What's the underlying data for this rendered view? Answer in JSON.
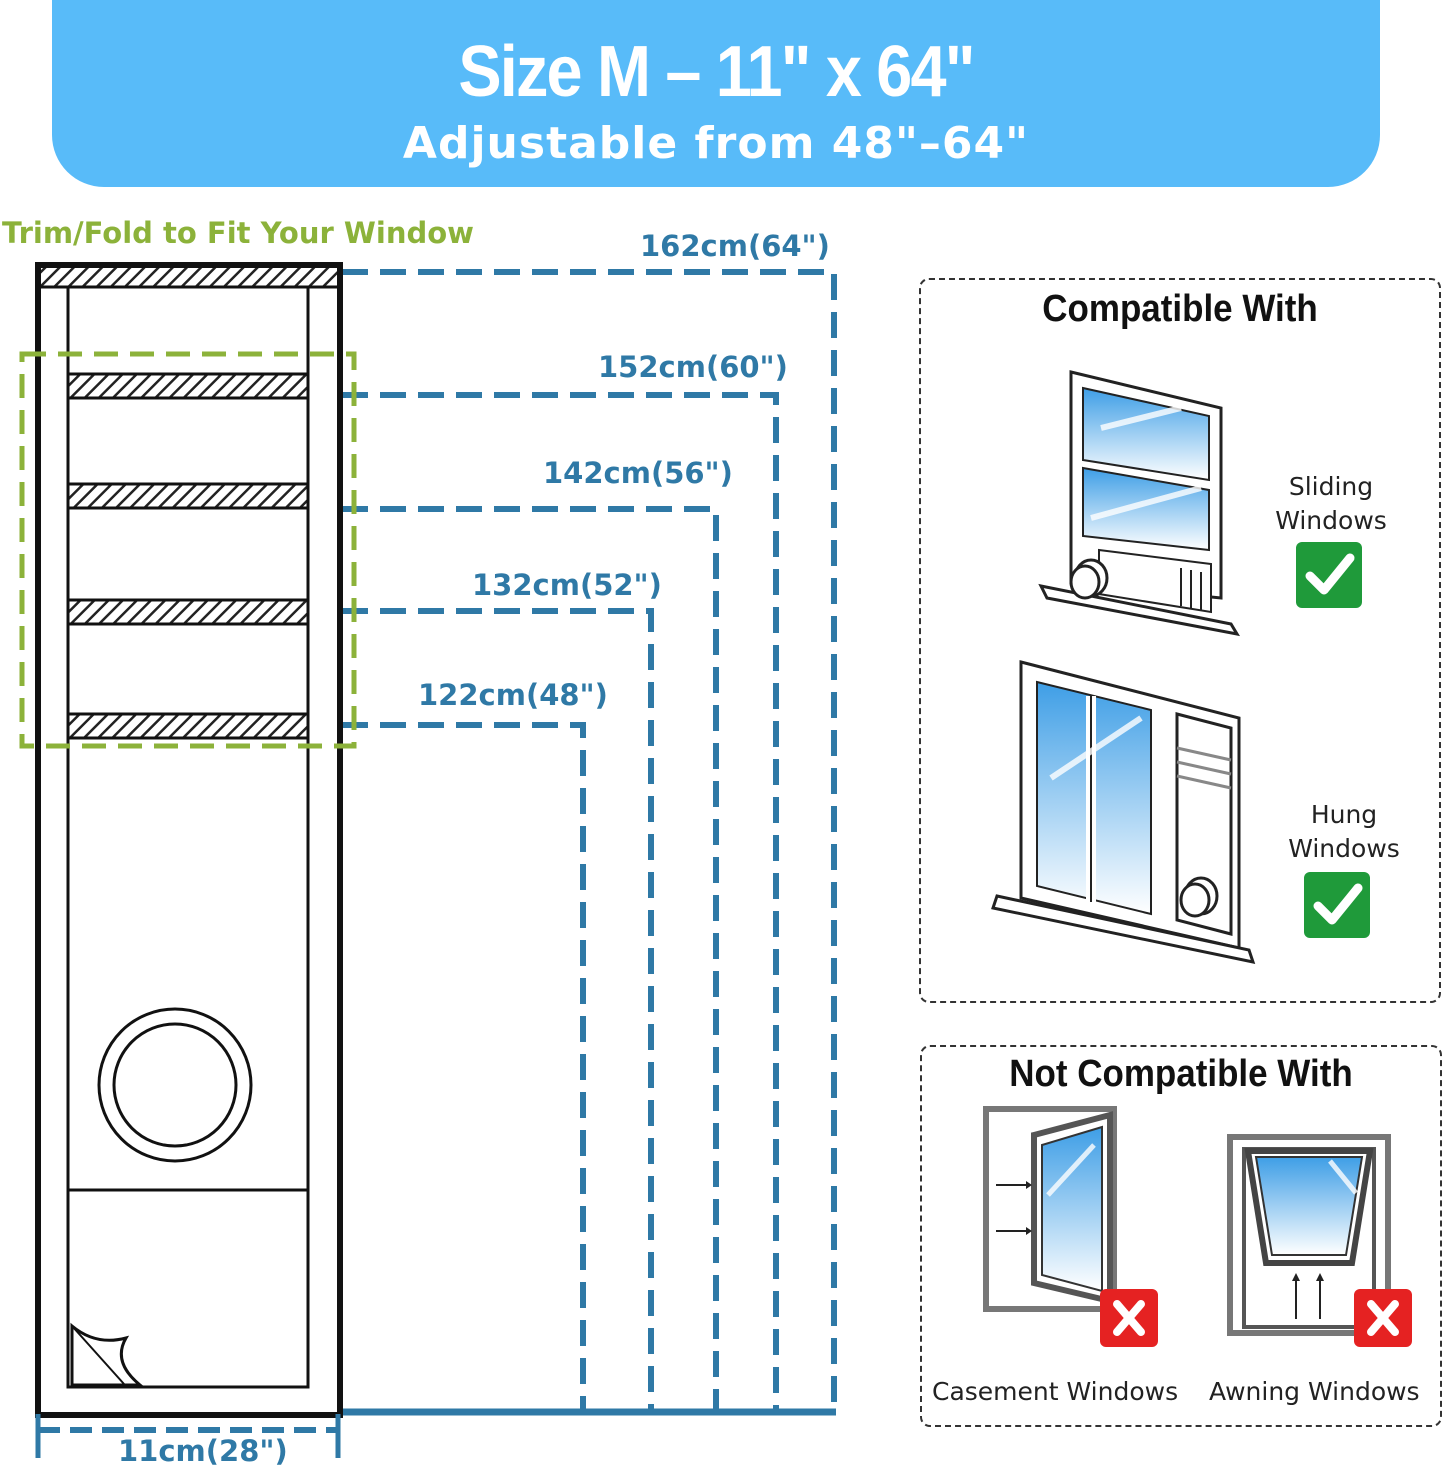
{
  "header": {
    "title": "Size M – 11\" x 64\"",
    "subtitle": "Adjustable from 48\"–64\""
  },
  "diagram": {
    "trim_label": "Trim/Fold to Fit Your Window",
    "lengths": [
      {
        "label": "162cm(64\")"
      },
      {
        "label": "152cm(60\")"
      },
      {
        "label": "142cm(56\")"
      },
      {
        "label": "132cm(52\")"
      },
      {
        "label": "122cm(48\")"
      }
    ],
    "width_label": "11cm(28\")"
  },
  "compatible": {
    "title": "Compatible With",
    "items": [
      {
        "label_line1": "Sliding",
        "label_line2": "Windows",
        "status": "check"
      },
      {
        "label_line1": "Hung",
        "label_line2": "Windows",
        "status": "check"
      }
    ]
  },
  "not_compatible": {
    "title": "Not Compatible With",
    "items": [
      {
        "label": "Casement Windows",
        "status": "cross"
      },
      {
        "label": "Awning Windows",
        "status": "cross"
      }
    ]
  },
  "colors": {
    "banner": "#58bbf9",
    "dim_blue": "#2f79a6",
    "trim_green": "#8cb23a",
    "check_green": "#1f9a3a",
    "cross_red": "#e52222"
  }
}
